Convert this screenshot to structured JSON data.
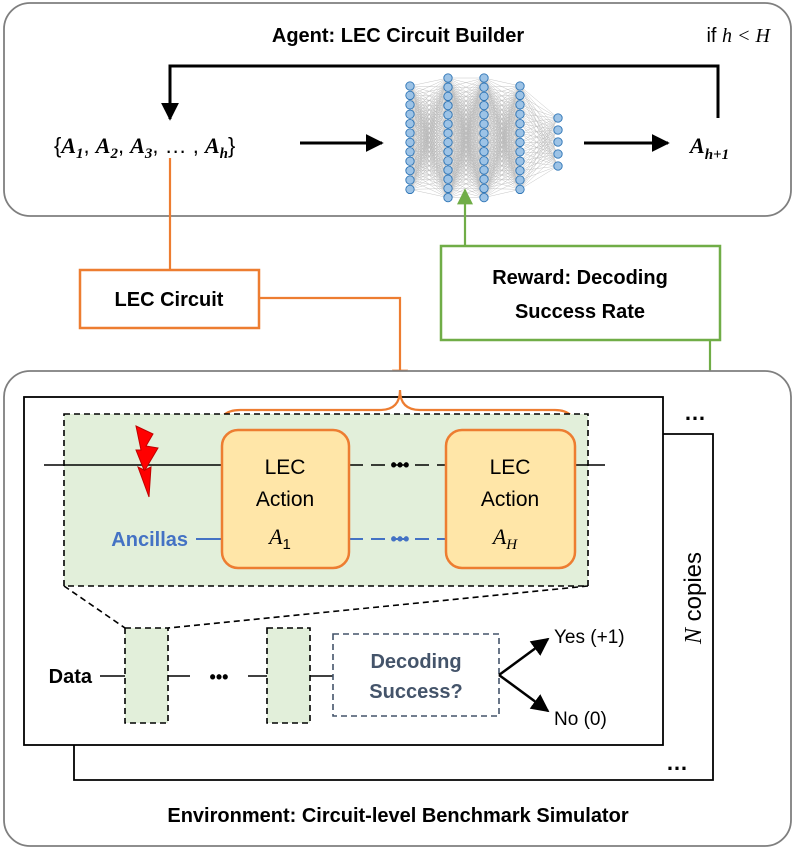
{
  "agent": {
    "title": "Agent: LEC Circuit Builder",
    "condition_prefix": "if ",
    "condition_math": "h < H",
    "action_history": {
      "open": "{",
      "a1": "A",
      "a1_sub": "1",
      "sep1": ", ",
      "a2": "A",
      "a2_sub": "2",
      "sep2": ", ",
      "a3": "A",
      "a3_sub": "3",
      "sep3": ", … , ",
      "ah": "A",
      "ah_sub": "h",
      "close": "}"
    },
    "next_action": {
      "base": "A",
      "sub": "h+1"
    }
  },
  "lec_circuit_label": "LEC Circuit",
  "reward": {
    "line1": "Reward: Decoding",
    "line2": "Success Rate"
  },
  "environment": {
    "title": "Environment: Circuit-level Benchmark Simulator",
    "copies": {
      "var": "N",
      "word": " copies"
    },
    "ellipsis": "…",
    "action_block": {
      "ancillas_label": "Ancillas",
      "ellipsis": "•••",
      "actions": [
        {
          "line1": "LEC",
          "line2": "Action",
          "sym": "A",
          "sub": "1"
        },
        {
          "line1": "LEC",
          "line2": "Action",
          "sym": "A",
          "sub": "H"
        }
      ]
    },
    "data_label": "Data",
    "data_ellipsis": "•••",
    "decoding": {
      "line1": "Decoding",
      "line2": "Success?"
    },
    "yes_label": "Yes (+1)",
    "no_label": "No (0)"
  },
  "colors": {
    "orange": "#ED7D31",
    "green": "#70AD47",
    "blue": "#4472C4",
    "panel_gray": "#7f7f7f",
    "green_fill": "#E2EFDA",
    "action_fill": "#FFE6A8",
    "decode_text": "#44546A",
    "node_fill": "#9DC3E6",
    "node_stroke": "#2E75B6",
    "lightning": "#FF0000"
  }
}
